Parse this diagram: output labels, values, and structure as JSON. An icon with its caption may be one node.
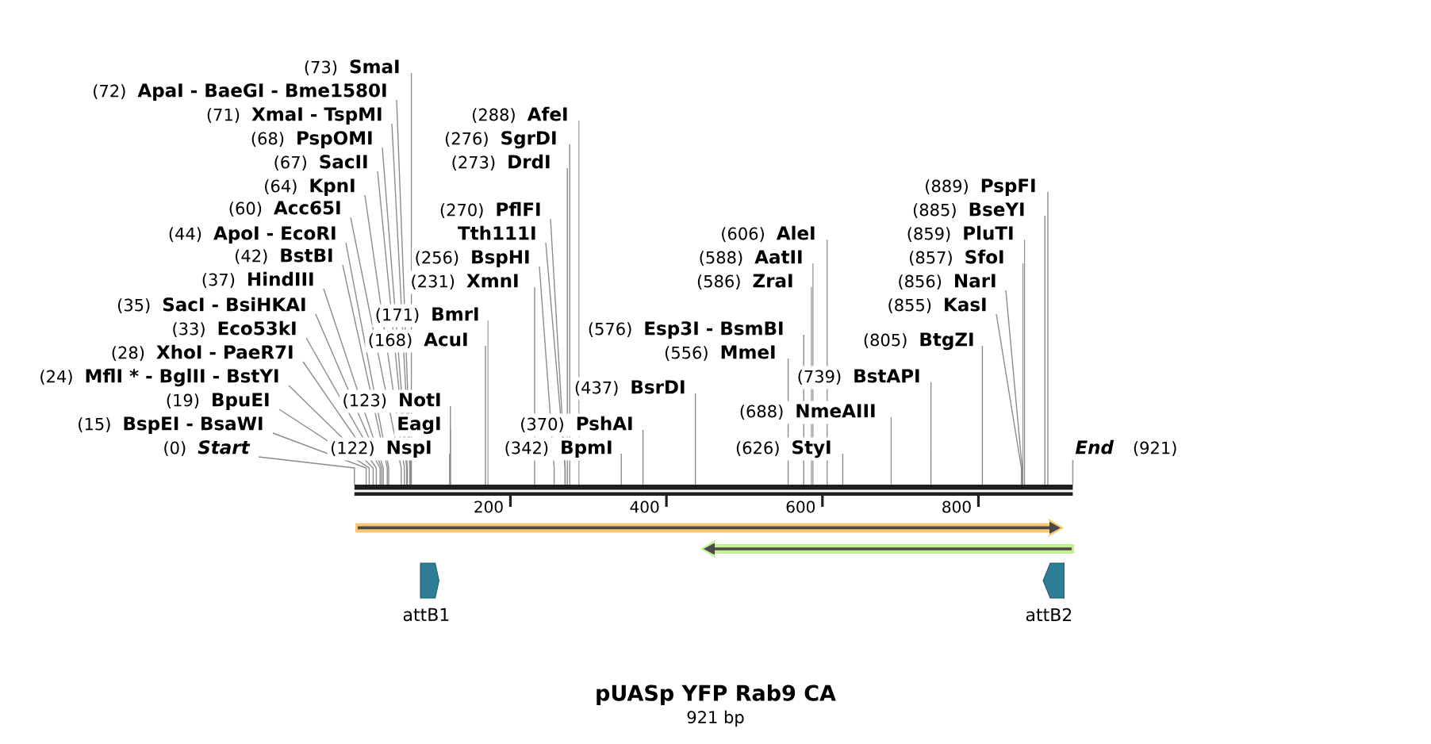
{
  "diagram": {
    "title": "pUASp YFP Rab9 CA",
    "caption": "921 bp",
    "nodes": [
      {
        "text": [
          "(73)",
          "SmaI"
        ]
      },
      {
        "text": [
          "(72)",
          "ApaI - BaeGI - Bme1580I"
        ]
      },
      {
        "text": [
          "(71)",
          "XmaI - TspMI"
        ]
      },
      {
        "text": [
          "(288)",
          "AfeI"
        ]
      },
      {
        "text": [
          "(68)",
          "PspOMI"
        ]
      },
      {
        "text": [
          "(276)",
          "SgrDI"
        ]
      },
      {
        "text": [
          "(67)",
          "SacII"
        ]
      },
      {
        "text": [
          "(273)",
          "DrdI"
        ]
      },
      {
        "text": [
          "(64)",
          "KpnI"
        ]
      },
      {
        "text": [
          "(889)",
          "PspFI"
        ]
      },
      {
        "text": [
          "(60)",
          "Acc65I"
        ]
      },
      {
        "text": [
          "(270)",
          "PflFI"
        ]
      },
      {
        "text": [
          "(885)",
          "BseYI"
        ]
      },
      {
        "text": [
          "(44)",
          "ApoI - EcoRI"
        ]
      },
      {
        "text": [
          "Tth111I"
        ]
      },
      {
        "text": [
          "(606)",
          "AleI"
        ]
      },
      {
        "text": [
          "(859)",
          "PluTI"
        ]
      },
      {
        "text": [
          "(42)",
          "BstBI"
        ]
      },
      {
        "text": [
          "(256)",
          "BspHI"
        ]
      },
      {
        "text": [
          "(588)",
          "AatII"
        ]
      },
      {
        "text": [
          "(857)",
          "SfoI"
        ]
      },
      {
        "text": [
          "(37)",
          "HindIII"
        ]
      },
      {
        "text": [
          "(231)",
          "XmnI"
        ]
      },
      {
        "text": [
          "(586)",
          "ZraI"
        ]
      },
      {
        "text": [
          "(856)",
          "NarI"
        ]
      },
      {
        "text": [
          "(35)",
          "SacI - BsiHKAI"
        ]
      },
      {
        "text": [
          "(855)",
          "KasI"
        ]
      },
      {
        "text": [
          "(171)",
          "BmrI"
        ]
      },
      {
        "text": [
          "(33)",
          "Eco53kI"
        ]
      },
      {
        "text": [
          "(576)",
          "Esp3I - BsmBI"
        ]
      },
      {
        "text": [
          "(168)",
          "AcuI"
        ]
      },
      {
        "text": [
          "(805)",
          "BtgZI"
        ]
      },
      {
        "text": [
          "(28)",
          "XhoI - PaeR7I"
        ]
      },
      {
        "text": [
          "(556)",
          "MmeI"
        ]
      },
      {
        "text": [
          "(24)",
          "MflI * - BglII - BstYI"
        ]
      },
      {
        "text": [
          "(739)",
          "BstAPI"
        ]
      },
      {
        "text": [
          "(437)",
          "BsrDI"
        ]
      },
      {
        "text": [
          "(19)",
          "BpuEI"
        ]
      },
      {
        "text": [
          "(123)",
          "NotI"
        ]
      },
      {
        "text": [
          "(688)",
          "NmeAIII"
        ]
      },
      {
        "text": [
          "(15)",
          "BspEI - BsaWI"
        ]
      },
      {
        "text": [
          "EagI"
        ]
      },
      {
        "text": [
          "(370)",
          "PshAI"
        ]
      },
      {
        "text": [
          "(0)",
          "Start"
        ]
      },
      {
        "text": [
          "(122)",
          "NspI"
        ]
      },
      {
        "text": [
          "(342)",
          "BpmI"
        ]
      },
      {
        "text": [
          "(626)",
          "StyI"
        ]
      },
      {
        "text": [
          "End",
          "(921)"
        ]
      },
      {
        "text": [],
        "shape": "bar"
      },
      {
        "text": [],
        "shape": "arrow"
      },
      {
        "text": [],
        "shape": "arrow"
      },
      {
        "text": [
          "attB1"
        ]
      },
      {
        "text": [
          "attB2"
        ]
      }
    ],
    "edges": [
      {
        "from": 0,
        "to": 48,
        "arrow": "none"
      },
      {
        "from": 1,
        "to": 48,
        "arrow": "none"
      },
      {
        "from": 2,
        "to": 48,
        "arrow": "none"
      },
      {
        "from": 3,
        "to": 48,
        "arrow": "none"
      },
      {
        "from": 4,
        "to": 48,
        "arrow": "none"
      },
      {
        "from": 5,
        "to": 48,
        "arrow": "none"
      },
      {
        "from": 6,
        "to": 48,
        "arrow": "none"
      },
      {
        "from": 7,
        "to": 48,
        "arrow": "none"
      },
      {
        "from": 8,
        "to": 48,
        "arrow": "none"
      },
      {
        "from": 9,
        "to": 48,
        "arrow": "none"
      },
      {
        "from": 10,
        "to": 48,
        "arrow": "none"
      },
      {
        "from": 11,
        "to": 48,
        "arrow": "none"
      },
      {
        "from": 12,
        "to": 48,
        "arrow": "none"
      },
      {
        "from": 13,
        "to": 48,
        "arrow": "none"
      },
      {
        "from": 14,
        "to": 48,
        "arrow": "none"
      },
      {
        "from": 15,
        "to": 48,
        "arrow": "none"
      },
      {
        "from": 16,
        "to": 48,
        "arrow": "none"
      },
      {
        "from": 17,
        "to": 48,
        "arrow": "none"
      },
      {
        "from": 18,
        "to": 48,
        "arrow": "none"
      },
      {
        "from": 19,
        "to": 48,
        "arrow": "none"
      },
      {
        "from": 20,
        "to": 48,
        "arrow": "none"
      },
      {
        "from": 21,
        "to": 48,
        "arrow": "none"
      },
      {
        "from": 22,
        "to": 48,
        "arrow": "none"
      },
      {
        "from": 23,
        "to": 48,
        "arrow": "none"
      },
      {
        "from": 24,
        "to": 48,
        "arrow": "none"
      },
      {
        "from": 25,
        "to": 48,
        "arrow": "none"
      },
      {
        "from": 26,
        "to": 48,
        "arrow": "none"
      },
      {
        "from": 27,
        "to": 48,
        "arrow": "none"
      },
      {
        "from": 28,
        "to": 48,
        "arrow": "none"
      },
      {
        "from": 29,
        "to": 48,
        "arrow": "none"
      },
      {
        "from": 30,
        "to": 48,
        "arrow": "none"
      },
      {
        "from": 31,
        "to": 48,
        "arrow": "none"
      },
      {
        "from": 32,
        "to": 48,
        "arrow": "none"
      },
      {
        "from": 33,
        "to": 48,
        "arrow": "none"
      },
      {
        "from": 34,
        "to": 48,
        "arrow": "none"
      },
      {
        "from": 35,
        "to": 48,
        "arrow": "none"
      },
      {
        "from": 36,
        "to": 48,
        "arrow": "none"
      },
      {
        "from": 37,
        "to": 48,
        "arrow": "none"
      },
      {
        "from": 38,
        "to": 48,
        "arrow": "none"
      },
      {
        "from": 39,
        "to": 48,
        "arrow": "none"
      },
      {
        "from": 40,
        "to": 48,
        "arrow": "none"
      },
      {
        "from": 41,
        "to": 48,
        "arrow": "none"
      },
      {
        "from": 42,
        "to": 48,
        "arrow": "none"
      },
      {
        "from": 43,
        "to": 48,
        "arrow": "none"
      },
      {
        "from": 44,
        "to": 48,
        "arrow": "none"
      },
      {
        "from": 45,
        "to": 48,
        "arrow": "none"
      },
      {
        "from": 46,
        "to": 48,
        "arrow": "none"
      },
      {
        "from": 47,
        "to": 48,
        "arrow": "none"
      }
    ],
    "labels": [
      "200",
      "400",
      "600",
      "800"
    ]
  }
}
